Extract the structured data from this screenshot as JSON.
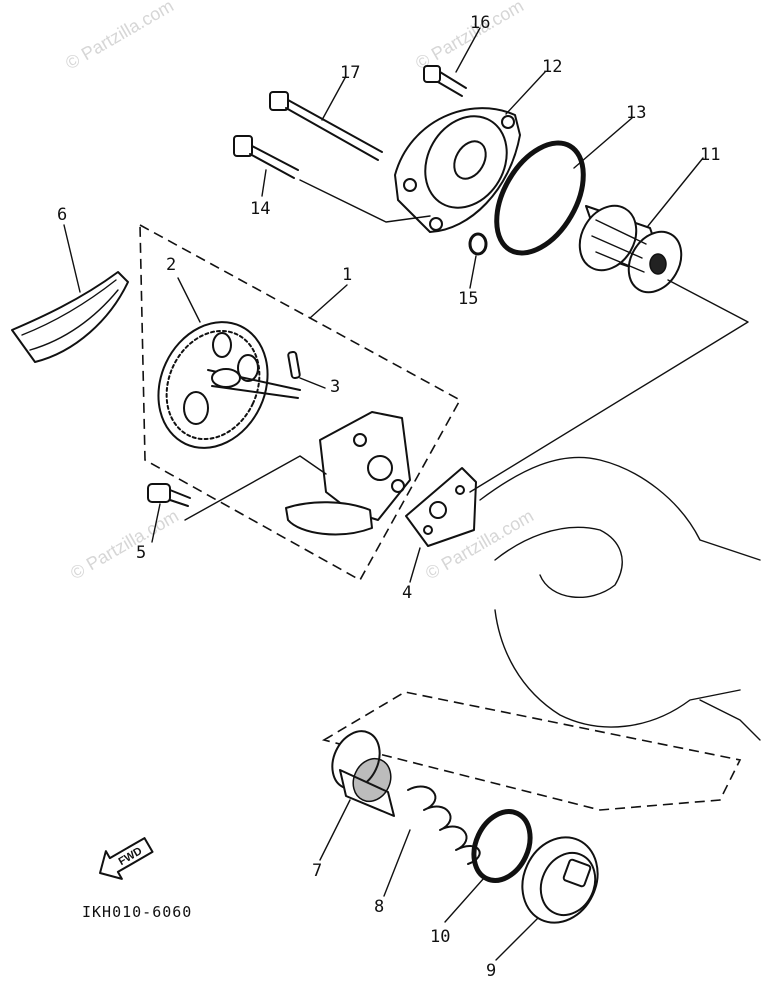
{
  "watermark": "© Partzilla.com",
  "diagram_code": "IKH010-6060",
  "fwd_label": "FWD",
  "parts": [
    {
      "num": "1"
    },
    {
      "num": "2"
    },
    {
      "num": "3"
    },
    {
      "num": "4"
    },
    {
      "num": "5"
    },
    {
      "num": "6"
    },
    {
      "num": "7"
    },
    {
      "num": "8"
    },
    {
      "num": "9"
    },
    {
      "num": "10"
    },
    {
      "num": "11"
    },
    {
      "num": "12"
    },
    {
      "num": "13"
    },
    {
      "num": "14"
    },
    {
      "num": "15"
    },
    {
      "num": "16"
    },
    {
      "num": "17"
    }
  ]
}
